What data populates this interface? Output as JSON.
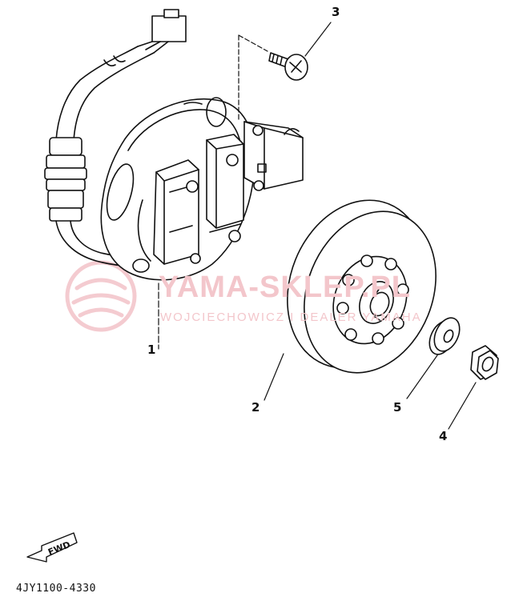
{
  "diagram": {
    "callouts": [
      {
        "id": "1",
        "label": "1"
      },
      {
        "id": "2",
        "label": "2"
      },
      {
        "id": "3",
        "label": "3"
      },
      {
        "id": "4",
        "label": "4"
      },
      {
        "id": "5",
        "label": "5"
      }
    ],
    "fwd_label": "FWD",
    "part_number": "4JY1100-4330"
  },
  "watermark": {
    "main": "YAMA-SKLEP.PL",
    "sub": "WOJCIECHOWICZ I DEALER YAMAHA",
    "color": "#f3c6cb"
  },
  "colors": {
    "line": "#111111",
    "background": "#ffffff"
  }
}
